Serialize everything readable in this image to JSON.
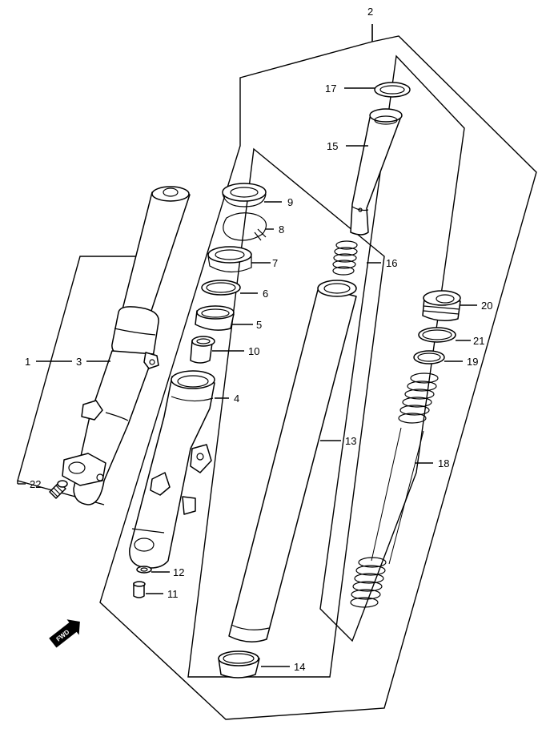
{
  "callouts": {
    "c1": "1",
    "c2": "2",
    "c3": "3",
    "c4": "4",
    "c5": "5",
    "c6": "6",
    "c7": "7",
    "c8": "8",
    "c9": "9",
    "c10": "10",
    "c11": "11",
    "c12": "12",
    "c13": "13",
    "c14": "14",
    "c15": "15",
    "c16": "16",
    "c17": "17",
    "c18": "18",
    "c19": "19",
    "c20": "20",
    "c21": "21",
    "c22": "22"
  },
  "fwd_badge": "FWD",
  "colors": {
    "line": "#000000",
    "background": "#ffffff"
  }
}
